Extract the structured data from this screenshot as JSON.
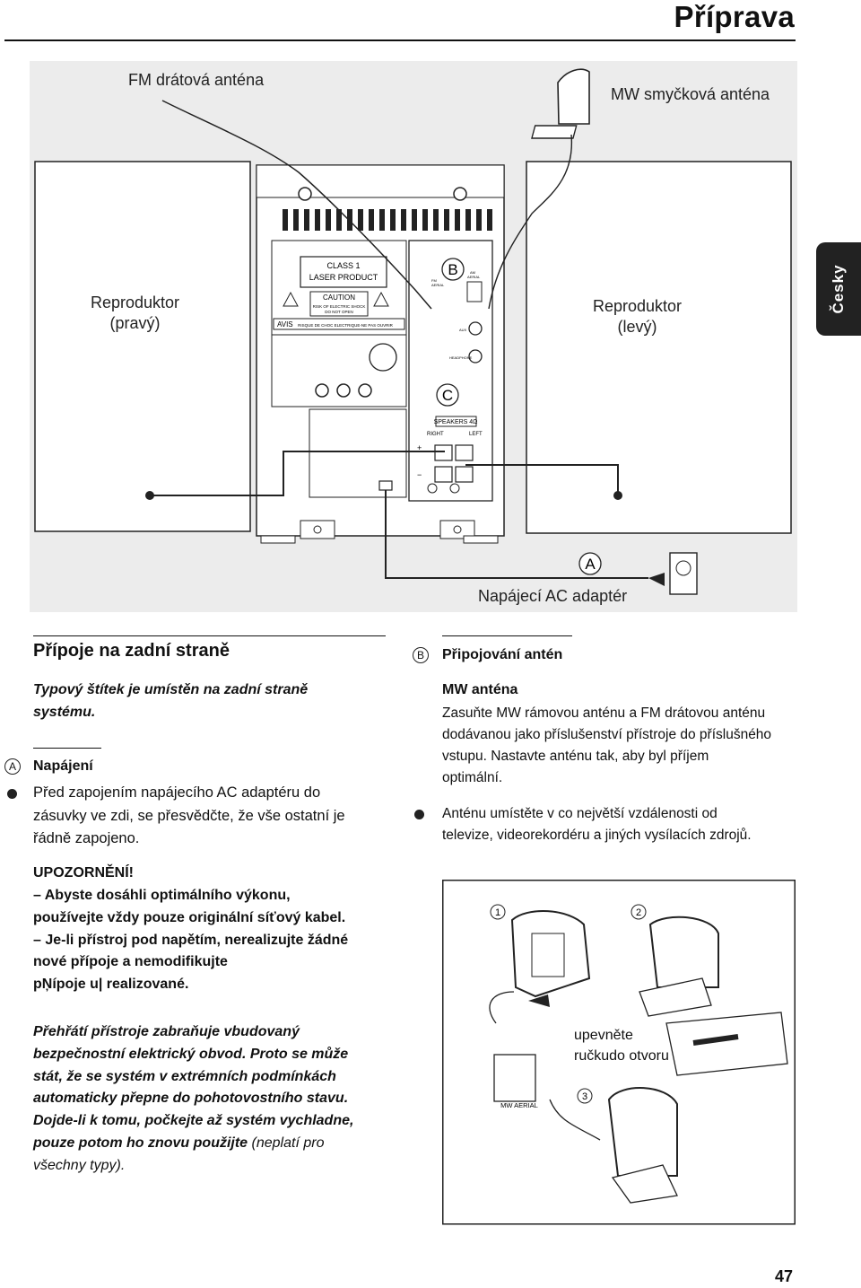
{
  "header": {
    "title": "Příprava"
  },
  "lang_tab": "Česky",
  "figure": {
    "fm_label": "FM drátová anténa",
    "mw_label": "MW smyčková anténa",
    "speaker_right": "Reproduktor\n(pravý)",
    "speaker_left": "Reproduktor\n(levý)",
    "adapter_label": "Napájecí AC adaptér",
    "marker_a": "A",
    "marker_b": "B",
    "marker_c": "C",
    "panel_text": {
      "class1": "CLASS 1",
      "laser": "LASER PRODUCT",
      "caution": "CAUTION",
      "shock1": "RISK OF ELECTRIC SHOCK",
      "shock2": "DO NOT OPEN",
      "avis": "AVIS",
      "avis_text": "RISQUE DE CHOC ELECTRIQUE-NE PAS OUVRIR",
      "fm": "FM",
      "aerial": "AERIAL",
      "am": "AM",
      "am_aerial": "AERIAL",
      "aux": "AUX",
      "headphone": "HEADPHONE",
      "speakers": "SPEAKERS 4Ω",
      "right": "RIGHT",
      "left": "LEFT",
      "plus": "+",
      "minus": "−"
    }
  },
  "left_col": {
    "title": "Přípoje na zadní straně",
    "intro": "Typový štítek je umístěn na zadní straně\nsystému.",
    "napajeni_marker": "A",
    "napajeni_heading": "Napájení",
    "napajeni_text": "Před zapojením napájecího AC adaptéru do\nzásuvky ve zdi, se přesvědčte, že vše ostatní je\nřádně zapojeno.",
    "warning_title": "UPOZORNĚNÍ!",
    "warning_text": "–  Abyste dosáhli optimálního výkonu,\npoužívejte vždy pouze originální síťový kabel.\n–  Je-li přístroj pod napětím, nerealizujte žádné\nnové přípoje a nemodifikujte\npŅípoje u| realizované.",
    "overheat_bold": "Přehřátí přístroje zabraňuje vbudovaný\nbezpečnostní elektrický obvod. Proto se může\nstát, že se systém v extrémních podmínkách\nautomaticky přepne do pohotovostního stavu.\nDojde-li k tomu, počkejte až systém vychladne,\npouze potom ho znovu použijte",
    "overheat_tail": " (neplatí pro\nvšechny typy)."
  },
  "right_col": {
    "marker": "B",
    "title": "Připojování antén",
    "mw_heading": "MW anténa",
    "mw_text": "Zasuňte MW rámovou anténu a FM drátovou anténu\ndodávanou jako příslušenství přístroje do příslušného\nvstupu. Nastavte anténu tak, aby byl příjem\noptimální.",
    "bullet_text": "Anténu umístěte v co největší vzdálenosti od\ntelevize, videorekordéru a jiných vysílacích zdrojů.",
    "steps": [
      "1",
      "2",
      "3"
    ],
    "fix_label": "upevněte\nručkudo otvoru",
    "mw_aerial": "MW AERIAL"
  },
  "page_number": "47"
}
